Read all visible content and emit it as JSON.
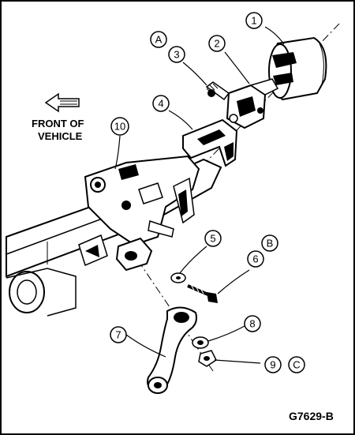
{
  "figure_id": "G7629-B",
  "front_label": {
    "line1": "FRONT OF",
    "line2": "VEHICLE"
  },
  "callouts": [
    "1",
    "2",
    "3",
    "4",
    "5",
    "6",
    "7",
    "8",
    "9",
    "10"
  ],
  "letters": [
    "A",
    "B",
    "C"
  ],
  "colors": {
    "line": "#000000",
    "background": "#ffffff",
    "shade": "#000000"
  }
}
